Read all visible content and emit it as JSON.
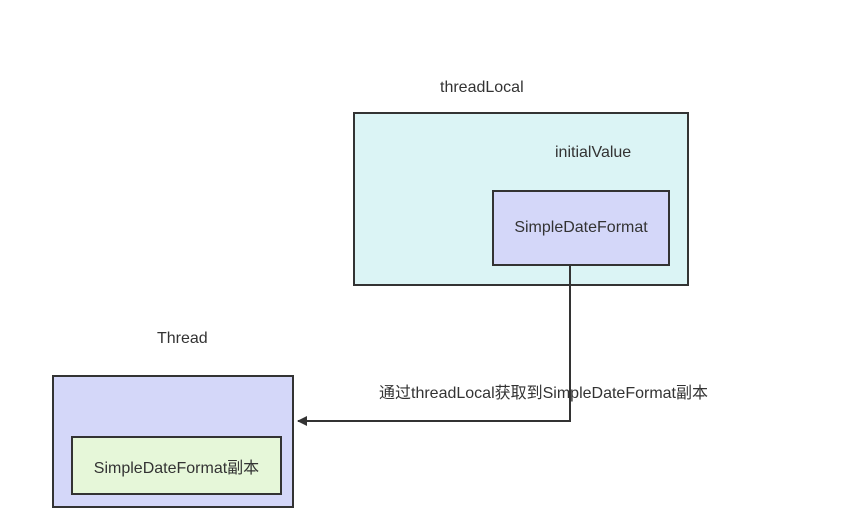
{
  "nodes": {
    "thread_local": {
      "label": "threadLocal",
      "fill": "#dbf4f5",
      "initial_value_label": "initialValue",
      "inner_box": {
        "label": "SimpleDateFormat",
        "fill": "#d4d7f9"
      }
    },
    "thread": {
      "label": "Thread",
      "fill": "#d4d7f9",
      "inner_box": {
        "label": "SimpleDateFormat副本",
        "fill": "#e6f7d9"
      }
    }
  },
  "edges": [
    {
      "from": "SimpleDateFormat",
      "to": "Thread",
      "label": "通过threadLocal获取到SimpleDateFormat副本"
    }
  ],
  "colors": {
    "stroke": "#333333",
    "text": "#333333"
  }
}
